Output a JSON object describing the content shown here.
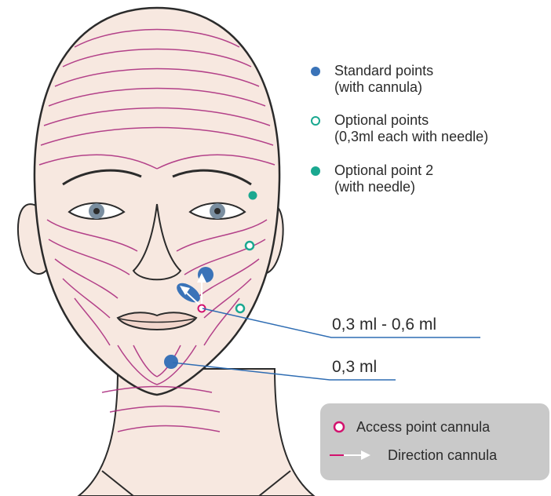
{
  "colors": {
    "standard": "#3a73b8",
    "optional_points": "#1aa890",
    "optional_point_2": "#1aa890",
    "access_point": "#d2126e",
    "contour_lines": "#a8247a",
    "leader_lines": "#2f6db3",
    "skin": "#f7e8e0",
    "key_box": "#c9c9c9"
  },
  "legend": [
    {
      "line1": "Standard points",
      "line2": "(with cannula)",
      "marker": "filled-blue-dot"
    },
    {
      "line1": "Optional points",
      "line2": "(0,3ml each with needle)",
      "marker": "hollow-teal-ring"
    },
    {
      "line1": "Optional point 2",
      "line2": "(with needle)",
      "marker": "filled-teal-dot"
    }
  ],
  "callouts": {
    "upper": "0,3 ml - 0,6 ml",
    "lower": "0,3 ml"
  },
  "key": {
    "access_point": "Access point cannula",
    "direction": "Direction cannula"
  }
}
